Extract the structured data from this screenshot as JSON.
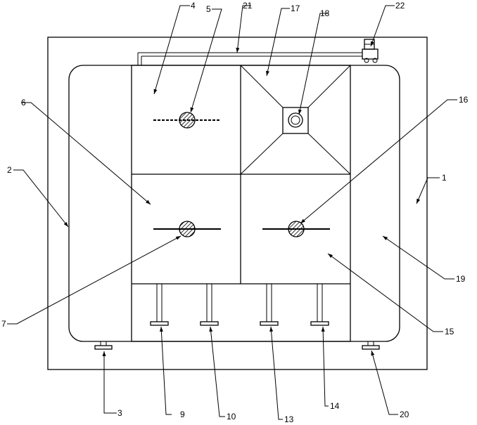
{
  "figure": {
    "labels": [
      {
        "id": "l1",
        "text": "1"
      },
      {
        "id": "l2",
        "text": "2"
      },
      {
        "id": "l3",
        "text": "3"
      },
      {
        "id": "l4",
        "text": "4"
      },
      {
        "id": "l5",
        "text": "5"
      },
      {
        "id": "l6",
        "text": "6"
      },
      {
        "id": "l7",
        "text": "7"
      },
      {
        "id": "l9",
        "text": "9"
      },
      {
        "id": "l10",
        "text": "10"
      },
      {
        "id": "l13",
        "text": "13"
      },
      {
        "id": "l14",
        "text": "14"
      },
      {
        "id": "l15",
        "text": "15"
      },
      {
        "id": "l16",
        "text": "16"
      },
      {
        "id": "l17",
        "text": "17"
      },
      {
        "id": "l18",
        "text": "18"
      },
      {
        "id": "l19",
        "text": "19"
      },
      {
        "id": "l20",
        "text": "20"
      },
      {
        "id": "l21",
        "text": "21"
      },
      {
        "id": "l22",
        "text": "22"
      }
    ]
  }
}
